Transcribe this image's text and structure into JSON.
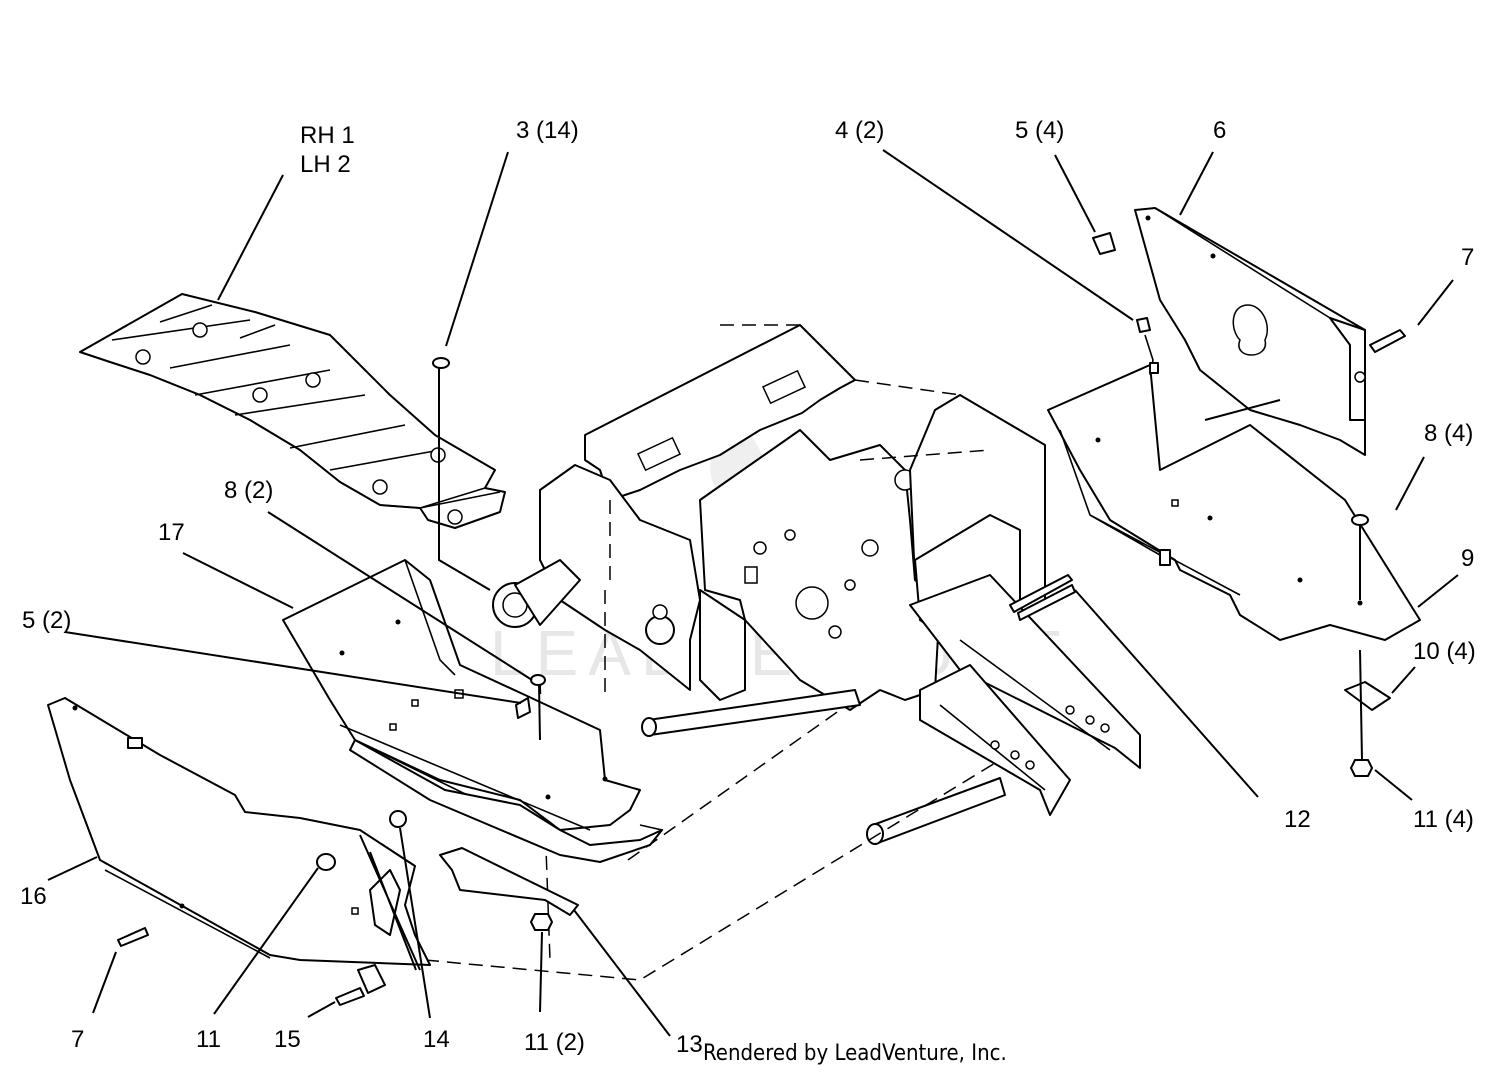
{
  "callouts": {
    "rh1": "RH 1",
    "lh2": "LH 2",
    "c3": "3 (14)",
    "c4": "4 (2)",
    "c5_top": "5 (4)",
    "c6": "6",
    "c7_right": "7",
    "c8_right": "8 (4)",
    "c9": "9",
    "c10": "10 (4)",
    "c11_right": "11 (4)",
    "c12": "12",
    "c8_left": "8 (2)",
    "c17": "17",
    "c5_left": "5 (2)",
    "c16": "16",
    "c7_left": "7",
    "c11_left": "11",
    "c15": "15",
    "c14": "14",
    "c11_mid": "11 (2)",
    "c13": "13"
  },
  "watermark": "LEADVENTURE",
  "credit": "Rendered by LeadVenture, Inc."
}
